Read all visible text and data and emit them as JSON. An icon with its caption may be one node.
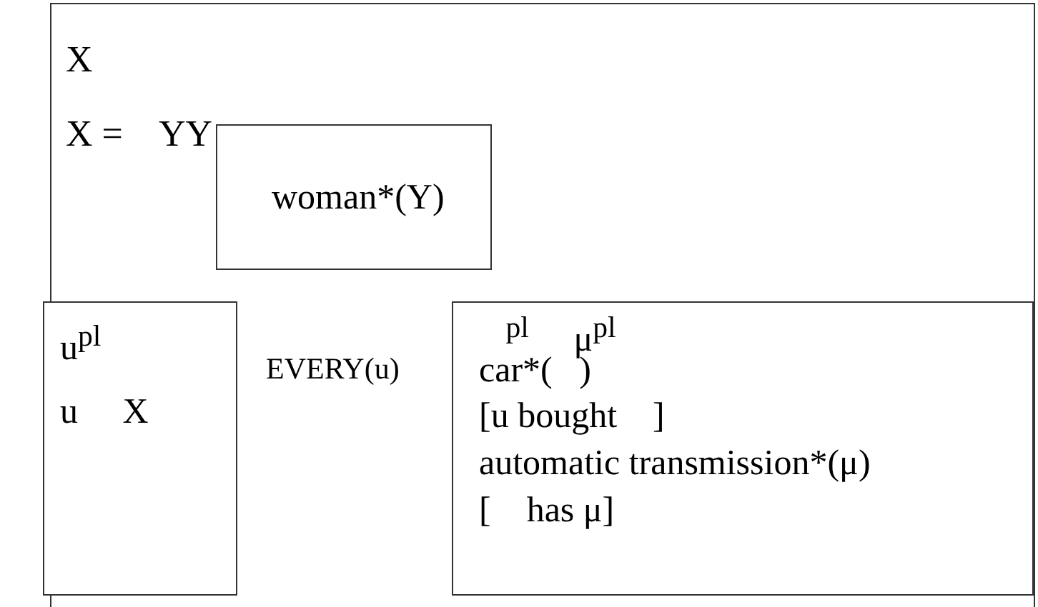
{
  "diagram": {
    "nodes": [
      {
        "text": [
          "X",
          "X =    YY",
          "EVERY(u)"
        ]
      },
      {
        "text": [
          "woman*(Y)"
        ],
        "in": 0
      },
      {
        "text": [
          "u$^{pl}$",
          "u     X"
        ],
        "in": 0
      },
      {
        "text": [
          "   $^{pl}$     μ$^{pl}$",
          "car*(   )",
          "[u bought    ]",
          "automatic transmission*(μ)",
          "[    has μ]"
        ],
        "in": 0
      }
    ],
    "edges": []
  }
}
